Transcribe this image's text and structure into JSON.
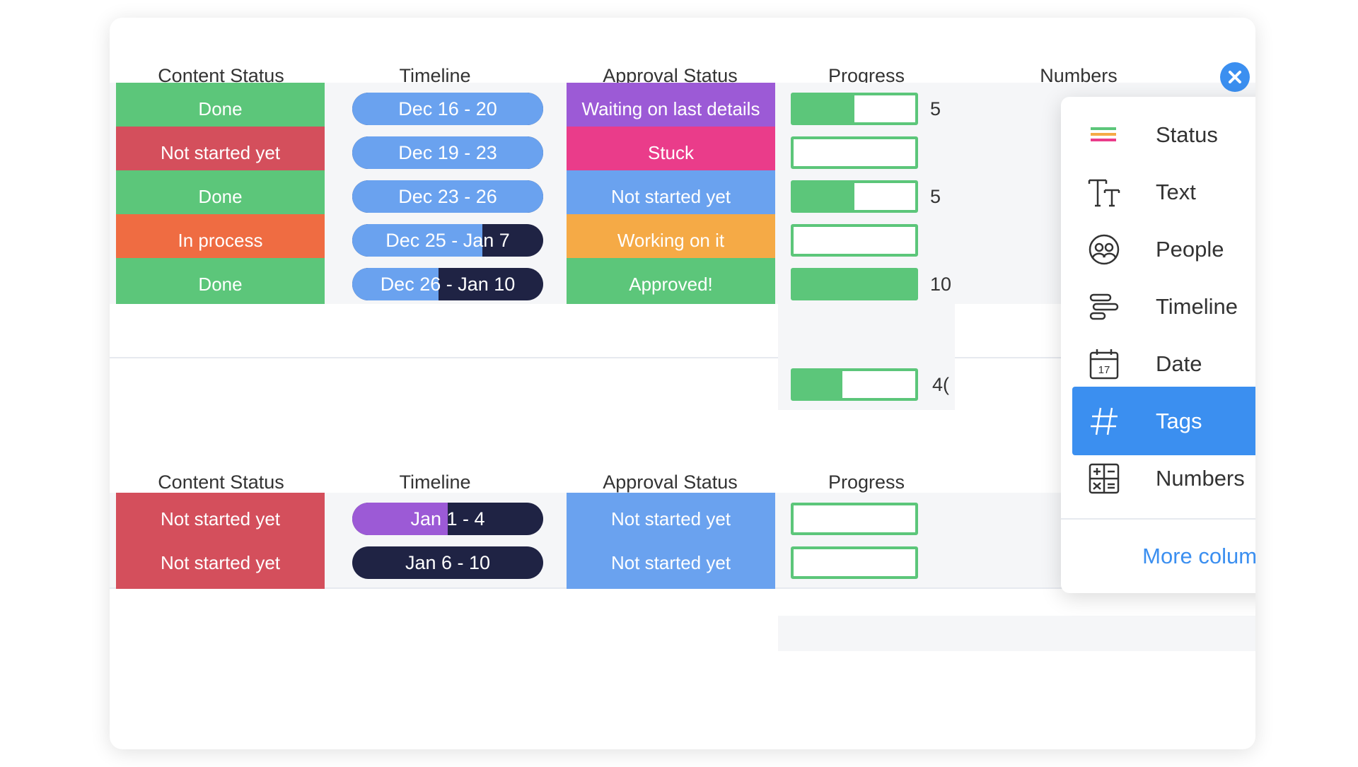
{
  "colors": {
    "done": "#5cc67a",
    "stuck_red": "#d44f5c",
    "in_process": "#ef6c42",
    "waiting": "#9c5ad6",
    "stuck_pink": "#ea3c8a",
    "blue": "#6aa2ef",
    "working": "#f5aa46",
    "timeline_dark": "#1f2344",
    "timeline_blue": "#6aa2ef",
    "timeline_purple": "#9c5ad6",
    "accent": "#3b8ff0"
  },
  "group1": {
    "headers": [
      "Content Status",
      "Timeline",
      "Approval Status",
      "Progress",
      "Numbers"
    ],
    "rows": [
      {
        "status": "Done",
        "status_color": "#5cc67a",
        "timeline": "Dec 16 - 20",
        "tl_fill": 1.0,
        "tl_color": "#6aa2ef",
        "approval": "Waiting on last details",
        "approval_color": "#9c5ad6",
        "progress": 0.5,
        "number": "5"
      },
      {
        "status": "Not started yet",
        "status_color": "#d44f5c",
        "timeline": "Dec 19 - 23",
        "tl_fill": 1.0,
        "tl_color": "#6aa2ef",
        "approval": "Stuck",
        "approval_color": "#ea3c8a",
        "progress": 0.0,
        "number": ""
      },
      {
        "status": "Done",
        "status_color": "#5cc67a",
        "timeline": "Dec 23 - 26",
        "tl_fill": 1.0,
        "tl_color": "#6aa2ef",
        "approval": "Not started yet",
        "approval_color": "#6aa2ef",
        "progress": 0.5,
        "number": "5"
      },
      {
        "status": "In process",
        "status_color": "#ef6c42",
        "timeline": "Dec 25 - Jan 7",
        "tl_fill": 0.68,
        "tl_color": "#6aa2ef",
        "approval": "Working on it",
        "approval_color": "#f5aa46",
        "progress": 0.0,
        "number": ""
      },
      {
        "status": "Done",
        "status_color": "#5cc67a",
        "timeline": "Dec 26 - Jan 10",
        "tl_fill": 0.45,
        "tl_color": "#6aa2ef",
        "approval": "Approved!",
        "approval_color": "#5cc67a",
        "progress": 1.0,
        "number": "10"
      }
    ],
    "summary": {
      "progress": 0.4,
      "number": "4("
    }
  },
  "group2": {
    "headers": [
      "Content Status",
      "Timeline",
      "Approval Status",
      "Progress"
    ],
    "rows": [
      {
        "status": "Not started yet",
        "status_color": "#d44f5c",
        "timeline": "Jan 1 - 4",
        "tl_fill": 0.5,
        "tl_color": "#9c5ad6",
        "approval": "Not started yet",
        "approval_color": "#6aa2ef",
        "progress": 0.0
      },
      {
        "status": "Not started yet",
        "status_color": "#d44f5c",
        "timeline": "Jan 6 - 10",
        "tl_fill": 0.0,
        "tl_color": "#9c5ad6",
        "approval": "Not started yet",
        "approval_color": "#6aa2ef",
        "progress": 0.0
      }
    ]
  },
  "menu": {
    "items": [
      {
        "label": "Status",
        "icon": "status-lines-icon",
        "active": false
      },
      {
        "label": "Text",
        "icon": "text-tt-icon",
        "active": false
      },
      {
        "label": "People",
        "icon": "people-icon",
        "active": false
      },
      {
        "label": "Timeline",
        "icon": "timeline-icon",
        "active": false
      },
      {
        "label": "Date",
        "icon": "calendar-icon",
        "active": false
      },
      {
        "label": "Tags",
        "icon": "hash-icon",
        "active": true
      },
      {
        "label": "Numbers",
        "icon": "calculator-icon",
        "active": false
      }
    ],
    "more_columns": "More columns",
    "calendar_day": "17"
  }
}
